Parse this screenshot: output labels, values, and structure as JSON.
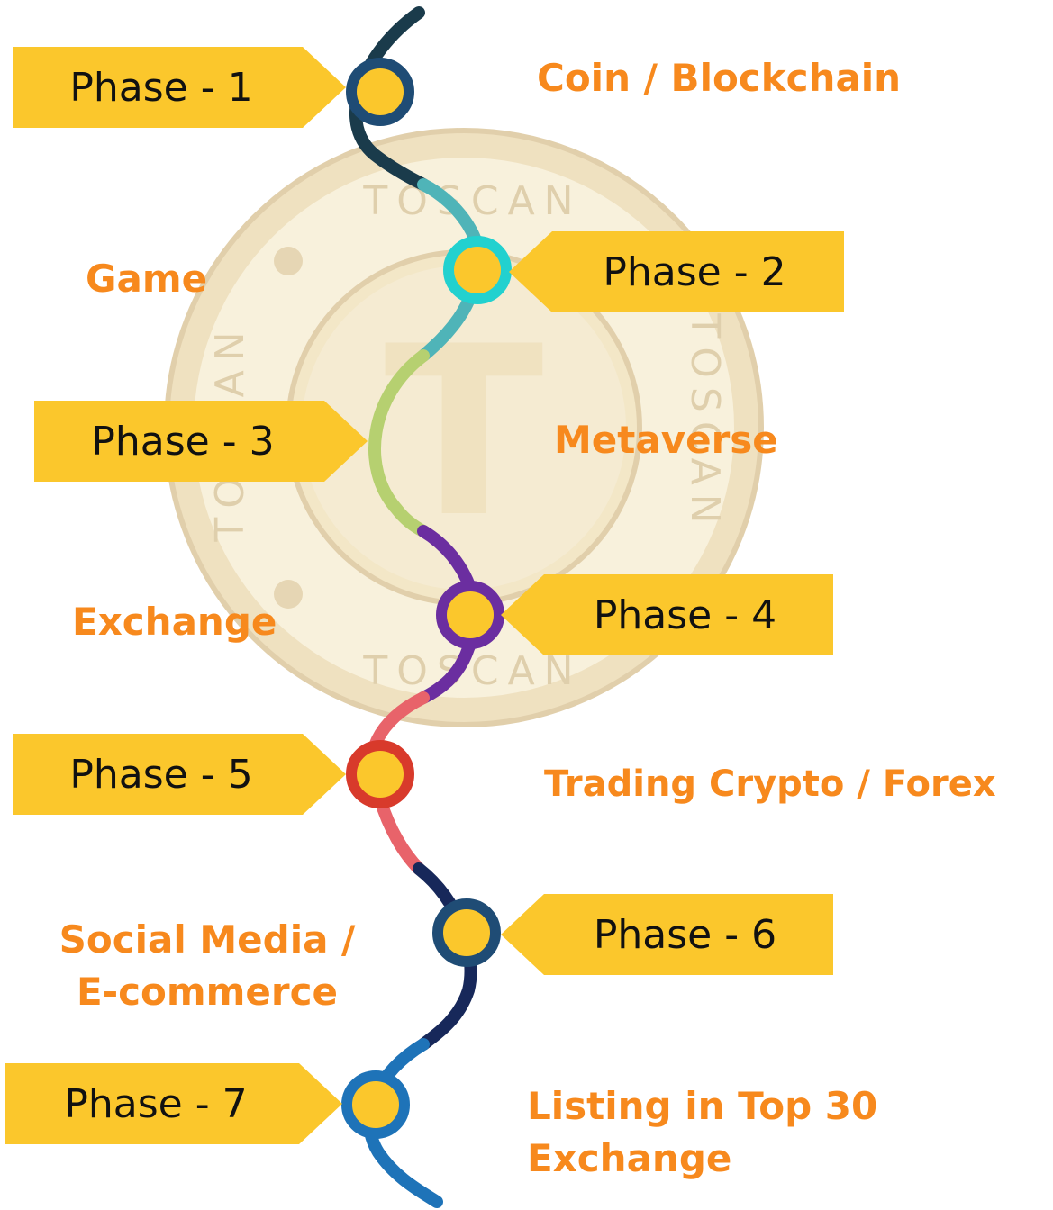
{
  "coin": {
    "letter": "T",
    "ring_text": "TOSCAN",
    "colors": {
      "rim": "#e2c98e",
      "face": "#f1e2b8",
      "text": "#c6a869"
    }
  },
  "colors": {
    "tag": "#fbc72c",
    "tag_text": "#111111",
    "label": "#f7891d",
    "node_fill": "#fbc72c"
  },
  "phases": [
    {
      "tag": "Phase - 1",
      "label": "Coin / Blockchain",
      "ring_color": "#1f4c75",
      "path_color": "#1a3b4b"
    },
    {
      "tag": "Phase - 2",
      "label": "Game",
      "ring_color": "#22d1cf",
      "path_color": "#4fb4b8"
    },
    {
      "tag": "Phase - 3",
      "label": "Metaverse",
      "ring_color": "#b6d070",
      "path_color": "#b6d070"
    },
    {
      "tag": "Phase - 4",
      "label": "Exchange",
      "ring_color": "#6b2ea0",
      "path_color": "#6b2ea0"
    },
    {
      "tag": "Phase - 5",
      "label": "Trading Crypto / Forex",
      "ring_color": "#d83a2b",
      "path_color": "#e8636a"
    },
    {
      "tag": "Phase - 6",
      "label_line1": "Social Media /",
      "label_line2": "E-commerce",
      "ring_color": "#1f4c75",
      "path_color": "#17285a"
    },
    {
      "tag": "Phase - 7",
      "label_line1": "Listing in Top 30",
      "label_line2": "Exchange",
      "ring_color": "#1e73b8",
      "path_color": "#1e73b8"
    }
  ]
}
